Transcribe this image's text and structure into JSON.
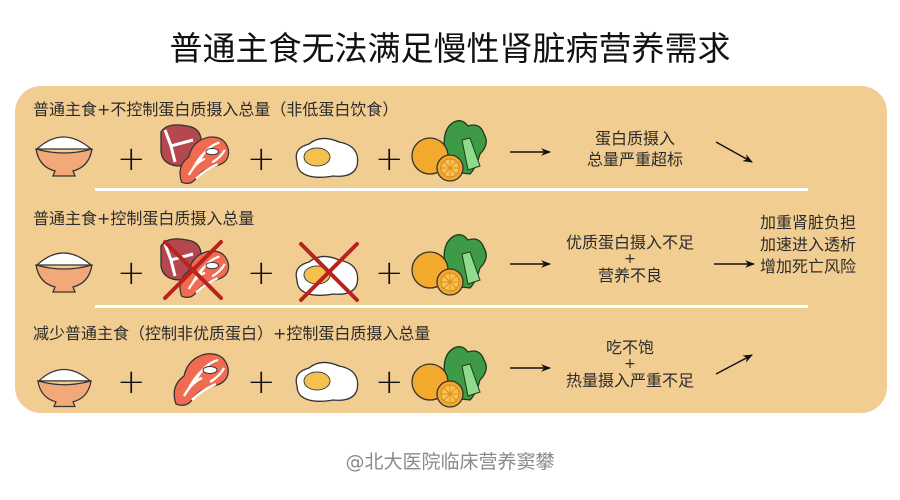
{
  "title": "普通主食无法满足慢性肾脏病营养需求",
  "colors": {
    "panel": "#f2cd92",
    "divider": "#ffffff",
    "cross": "#b8231e",
    "text": "#2b2b2b"
  },
  "rows": [
    {
      "label": "普通主食+不控制蛋白质摄入总量（非低蛋白饮食）",
      "items": [
        "rice-bowl-icon",
        "meat-and-salmon-icon",
        "fried-egg-icon",
        "fruit-and-vegetable-icon"
      ],
      "crossed": [],
      "plus": "+",
      "result_line1": "蛋白质摄入",
      "result_line2": "总量严重超标",
      "result_mid": ""
    },
    {
      "label": "普通主食+控制蛋白质摄入总量",
      "items": [
        "rice-bowl-icon",
        "meat-and-salmon-icon",
        "fried-egg-icon",
        "fruit-and-vegetable-icon"
      ],
      "crossed": [
        "meat-and-salmon-icon",
        "fried-egg-icon"
      ],
      "plus": "+",
      "result_line1": "优质蛋白摄入不足",
      "result_mid": "+",
      "result_line2": "营养不良"
    },
    {
      "label": "减少普通主食（控制非优质蛋白）+控制蛋白质摄入总量",
      "items": [
        "small-rice-bowl-icon",
        "salmon-icon",
        "fried-egg-icon",
        "fruit-and-vegetable-icon"
      ],
      "crossed": [],
      "plus": "+",
      "result_line1": "吃不饱",
      "result_mid": "+",
      "result_line2": "热量摄入严重不足"
    }
  ],
  "outcome": {
    "lines": [
      "加重肾脏负担",
      "加速进入透析",
      "增加死亡风险"
    ]
  },
  "footer": "@北大医院临床营养窦攀"
}
